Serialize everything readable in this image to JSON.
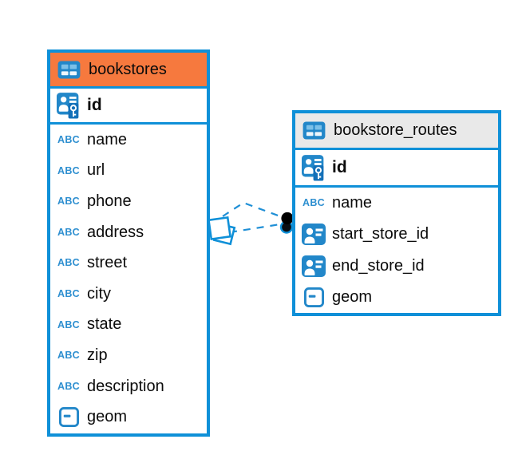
{
  "icons": {
    "text_type_label": "ABC"
  },
  "colors": {
    "accent_blue": "#0f90d8",
    "selected_header_orange": "#f6793e",
    "header_gray": "#e9e9e9",
    "icon_blue": "#2287c9",
    "icon_light_cell": "#7cc0e8",
    "dash_blue": "#1f8fd6",
    "text": "#0b0b0b"
  },
  "tables": [
    {
      "title": "bookstores",
      "header_style": "orange-selected",
      "primary_key": {
        "name": "id",
        "icon": "primary-key-icon"
      },
      "columns": [
        {
          "name": "name",
          "type_icon": "text-type-icon"
        },
        {
          "name": "url",
          "type_icon": "text-type-icon"
        },
        {
          "name": "phone",
          "type_icon": "text-type-icon"
        },
        {
          "name": "address",
          "type_icon": "text-type-icon"
        },
        {
          "name": "street",
          "type_icon": "text-type-icon"
        },
        {
          "name": "city",
          "type_icon": "text-type-icon"
        },
        {
          "name": "state",
          "type_icon": "text-type-icon"
        },
        {
          "name": "zip",
          "type_icon": "text-type-icon"
        },
        {
          "name": "description",
          "type_icon": "text-type-icon"
        },
        {
          "name": "geom",
          "type_icon": "object-type-icon"
        }
      ]
    },
    {
      "title": "bookstore_routes",
      "header_style": "gray",
      "primary_key": {
        "name": "id",
        "icon": "primary-key-icon"
      },
      "columns": [
        {
          "name": "name",
          "type_icon": "text-type-icon"
        },
        {
          "name": "start_store_id",
          "type_icon": "person-ref-icon"
        },
        {
          "name": "end_store_id",
          "type_icon": "person-ref-icon"
        },
        {
          "name": "geom",
          "type_icon": "object-type-icon"
        }
      ]
    }
  ],
  "relationships": {
    "count": 2,
    "from_table": "bookstores",
    "to_table": "bookstore_routes",
    "line_style": "dashed",
    "from_marker": "diamond",
    "to_marker": "filled-dot"
  }
}
